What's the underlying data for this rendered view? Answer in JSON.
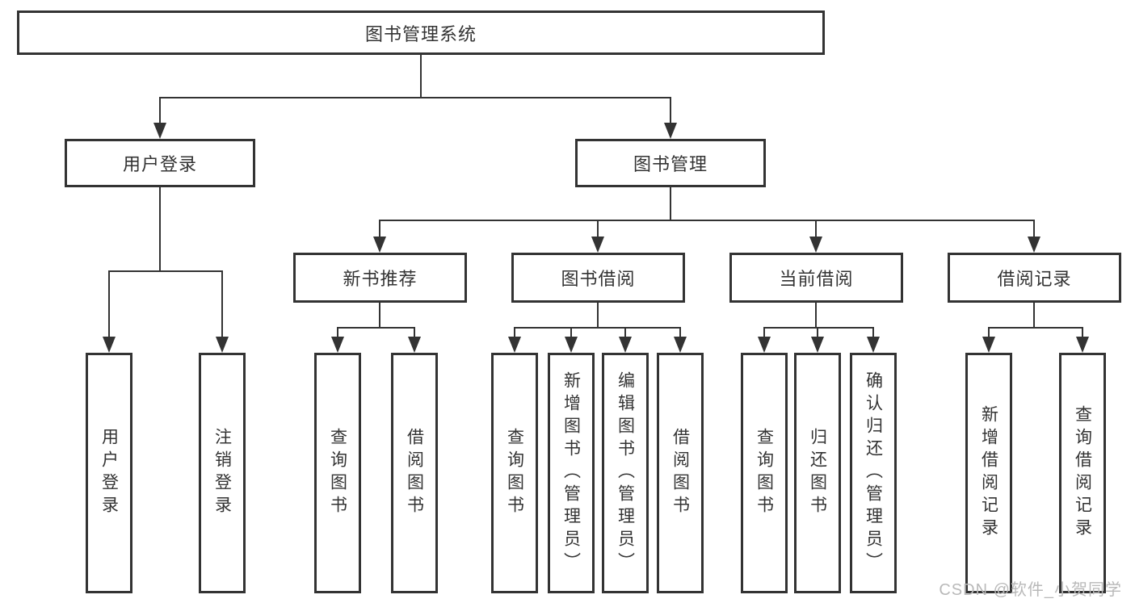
{
  "diagram": {
    "root": "图书管理系统",
    "l2": [
      "用户登录",
      "图书管理"
    ],
    "l3": [
      "新书推荐",
      "图书借阅",
      "当前借阅",
      "借阅记录"
    ],
    "leaves_user": [
      "用户登录",
      "注销登录"
    ],
    "leaves_newbook": [
      "查询图书",
      "借阅图书"
    ],
    "leaves_borrow": [
      "查询图书",
      "新增图书（管理员）",
      "编辑图书（管理员）",
      "借阅图书"
    ],
    "leaves_current": [
      "查询图书",
      "归还图书",
      "确认归还（管理员）"
    ],
    "leaves_record": [
      "新增借阅记录",
      "查询借阅记录"
    ]
  },
  "watermark": "CSDN @软件_小贺同学",
  "colors": {
    "line": "#333333",
    "text": "#333333",
    "watermark": "#b9b9b9",
    "background": "#ffffff"
  }
}
